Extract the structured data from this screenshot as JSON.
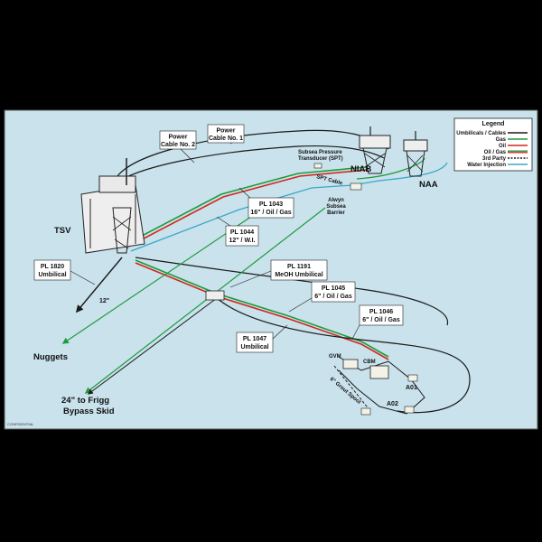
{
  "colors": {
    "background": "#c9e2ec",
    "frame": "#000000",
    "umbilicals_cables": "#1a1a1a",
    "gas": "#1e9a3a",
    "oil": "#d0281c",
    "water_injection": "#3aa7c8"
  },
  "platforms": {
    "tsv": "TSV",
    "niab": "NIAB",
    "naa": "NAA"
  },
  "callouts": {
    "power2_l1": "Power",
    "power2_l2": "Cable No. 2",
    "power1_l1": "Power",
    "power1_l2": "Cable No. 1",
    "pl1043_l1": "PL 1043",
    "pl1043_l2": "16\" / Oil / Gas",
    "pl1044_l1": "PL 1044",
    "pl1044_l2": "12\" / W.I.",
    "pl1820_l1": "PL 1820",
    "pl1820_l2": "Umbilical",
    "pl1191_l1": "PL 1191",
    "pl1191_l2": "MeOH Umbilical",
    "pl1045_l1": "PL 1045",
    "pl1045_l2": "6\" / Oil / Gas",
    "pl1046_l1": "PL 1046",
    "pl1046_l2": "6\" / Oil / Gas",
    "pl1047_l1": "PL 1047",
    "pl1047_l2": "Umbilical"
  },
  "labels": {
    "spt_l1": "Subsea Pressure",
    "spt_l2": "Transducer (SPT)",
    "spt_cable": "SPT Cable",
    "alwyn_l1": "Alwyn",
    "alwyn_l2": "Subsea",
    "alwyn_l3": "Barrier",
    "twelve": "12\"",
    "nuggets": "Nuggets",
    "frigg_l1": "24\" to Frigg",
    "frigg_l2": "Bypass Skid",
    "gvm": "GVM",
    "cbm": "CBM",
    "a01": "A01",
    "a02": "A02",
    "grout": "6\" Grout Spool",
    "footer": "CONFIDENTIAL"
  },
  "legend": {
    "title": "Legend",
    "items": [
      {
        "label": "Umbilicals / Cables",
        "color": "#1a1a1a",
        "style": "solid"
      },
      {
        "label": "Gas",
        "color": "#1e9a3a",
        "style": "solid"
      },
      {
        "label": "Oil",
        "color": "#d0281c",
        "style": "solid"
      },
      {
        "label": "Oil / Gas",
        "color": "#1e9a3a",
        "style": "dual"
      },
      {
        "label": "3rd Party",
        "color": "#1a1a1a",
        "style": "dashed"
      },
      {
        "label": "Water Injection",
        "color": "#3aa7c8",
        "style": "solid"
      }
    ]
  }
}
